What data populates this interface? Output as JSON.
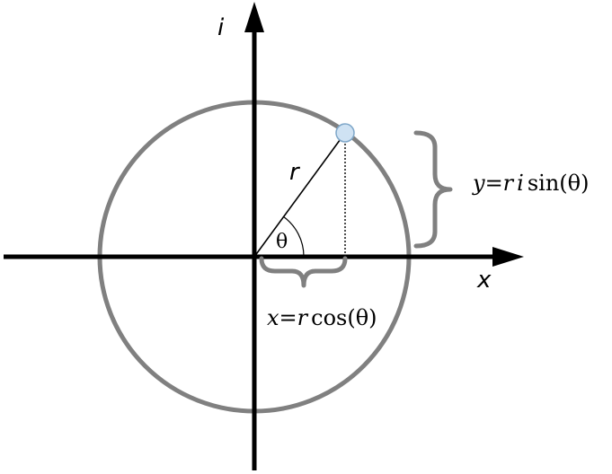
{
  "axes": {
    "x_label": "x",
    "y_label": "i"
  },
  "radius_label": "r",
  "angle_label": "θ",
  "formulas": {
    "x_eq": {
      "var": "x",
      "eq": "=",
      "r": "r",
      "fn": "cos",
      "arg": "(θ)"
    },
    "y_eq": {
      "var": "y",
      "eq": "=",
      "r": "r",
      "i": "i",
      "fn": "sin",
      "arg": "(θ)"
    }
  },
  "colors": {
    "axis": "#000000",
    "circle": "#808080",
    "brace": "#808080",
    "point_fill": "#cfe2f3",
    "point_stroke": "#7fa7c9",
    "text": "#000000"
  }
}
